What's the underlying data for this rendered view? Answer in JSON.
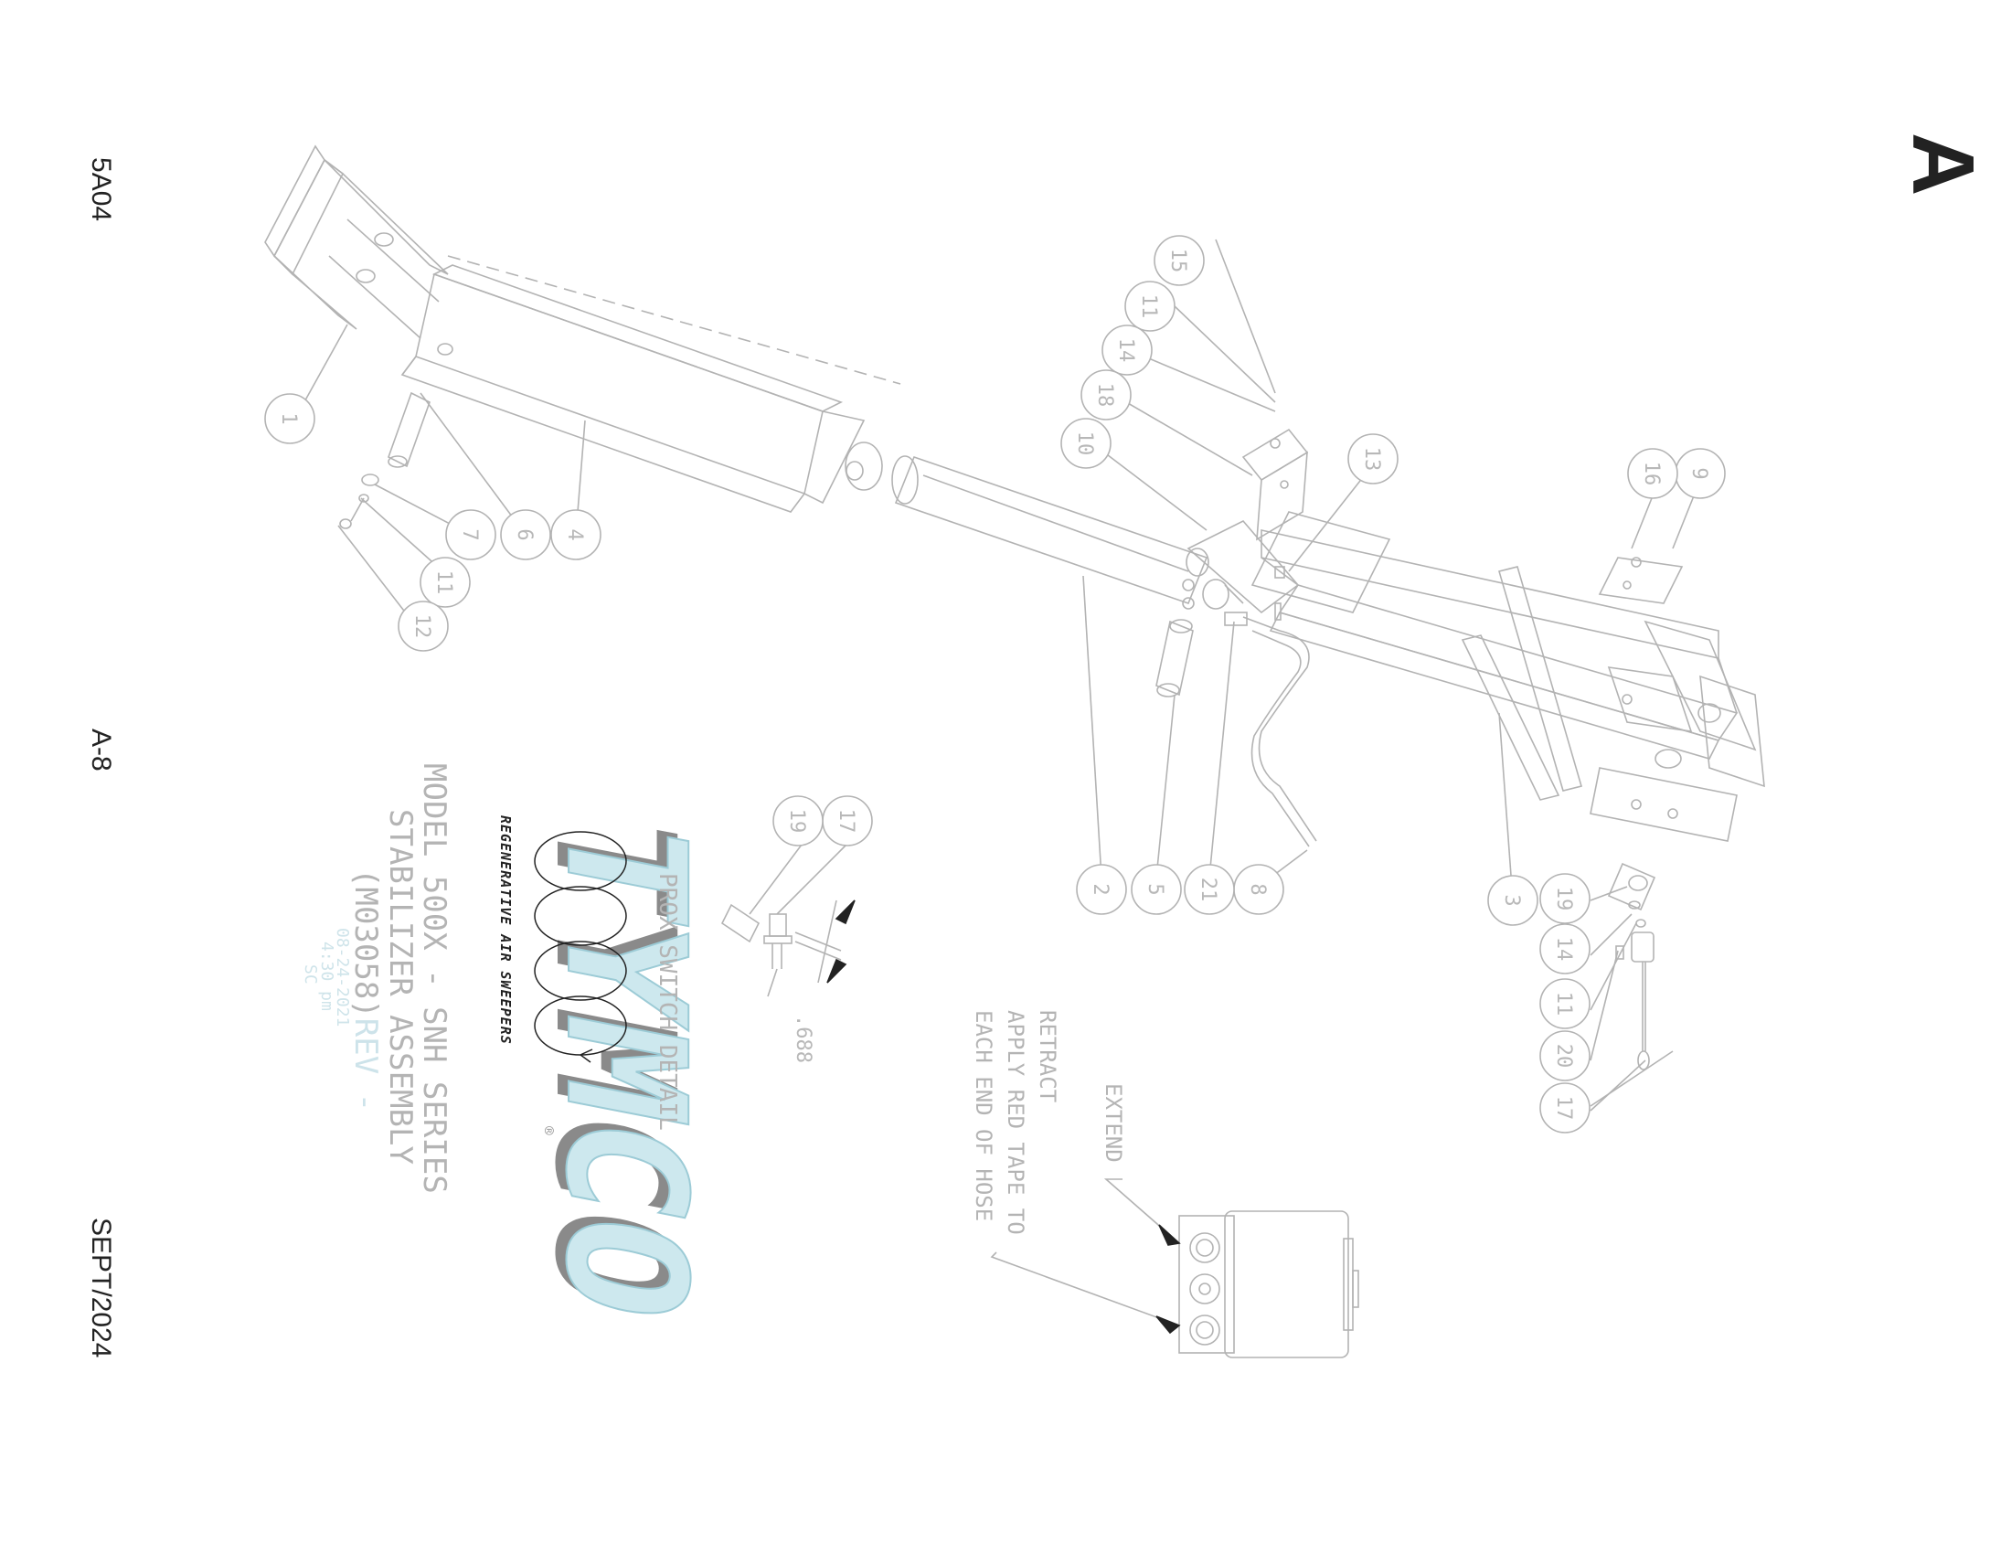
{
  "page": {
    "margin_labels": [
      "5A04",
      "A-8",
      "SEPT/2024"
    ],
    "section_letter": "A"
  },
  "title_block": {
    "brand": "TYMCO",
    "brand_mark": "®",
    "tagline": "REGENERATIVE AIR SWEEPERS",
    "model_line": "MODEL 500X - SNH SERIES",
    "assembly_line": "STABILIZER ASSEMBLY",
    "part_number": "(M03058)",
    "revision": "REV -",
    "date_stamp": "08-24-2021",
    "time_stamp": "4:30 pm",
    "initials": "SC"
  },
  "detail": {
    "label": "PROX SWITCH DETAIL",
    "dimension": ".688"
  },
  "notes": {
    "extend": "EXTEND",
    "retract": "RETRACT",
    "tape_line1": "APPLY RED TAPE TO",
    "tape_line2": "EACH END OF HOSE"
  },
  "callouts": [
    "1",
    "2",
    "3",
    "4",
    "5",
    "6",
    "7",
    "8",
    "9",
    "10",
    "11",
    "11",
    "11",
    "12",
    "13",
    "14",
    "14",
    "15",
    "16",
    "17",
    "17",
    "18",
    "19",
    "19",
    "20",
    "21"
  ],
  "colors": {
    "line": "#b0b0b0",
    "text": "#b8b8b8",
    "logo_fill": "#cde8ee",
    "logo_shadow": "#8a8a8a",
    "dark_text": "#222222"
  }
}
